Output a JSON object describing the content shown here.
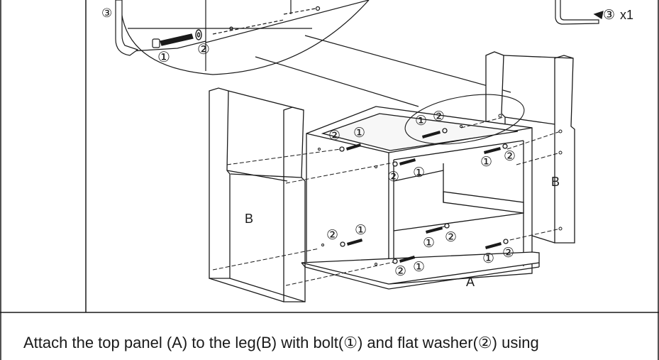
{
  "labels": {
    "part_a": "A",
    "part_b_left": "B",
    "part_b_right": "B",
    "bolt": "①",
    "washer": "②",
    "allen_key": "③",
    "hardware_qty": "x1"
  },
  "caption": {
    "text": "Attach the top panel (A) to the leg(B) with bolt(①) and flat washer(②) using"
  },
  "colors": {
    "line": "#1a1a1a",
    "background": "#ffffff",
    "panel_fill": "#f7f7f7"
  },
  "icons": [
    "hex-bolt-icon",
    "flat-washer-icon",
    "allen-key-icon"
  ]
}
